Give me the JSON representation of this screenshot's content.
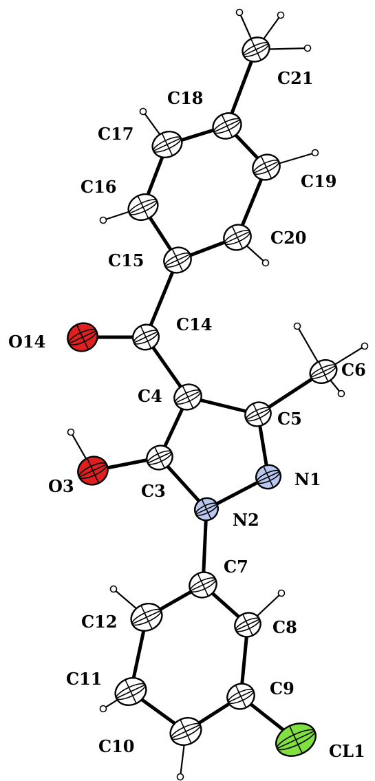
{
  "molecule": {
    "colors": {
      "carbon": "#ffffff",
      "nitrogen": "#b8c8f0",
      "oxygen": "#e02020",
      "chlorine": "#80e040",
      "bond": "#000000"
    },
    "atoms": [
      {
        "label": "C21",
        "element": "C"
      },
      {
        "label": "C18",
        "element": "C"
      },
      {
        "label": "C17",
        "element": "C"
      },
      {
        "label": "C19",
        "element": "C"
      },
      {
        "label": "C16",
        "element": "C"
      },
      {
        "label": "C20",
        "element": "C"
      },
      {
        "label": "C15",
        "element": "C"
      },
      {
        "label": "O14",
        "element": "O"
      },
      {
        "label": "C14",
        "element": "C"
      },
      {
        "label": "C6",
        "element": "C"
      },
      {
        "label": "C4",
        "element": "C"
      },
      {
        "label": "C5",
        "element": "C"
      },
      {
        "label": "O3",
        "element": "O"
      },
      {
        "label": "C3",
        "element": "C"
      },
      {
        "label": "N1",
        "element": "N"
      },
      {
        "label": "N2",
        "element": "N"
      },
      {
        "label": "C7",
        "element": "C"
      },
      {
        "label": "C12",
        "element": "C"
      },
      {
        "label": "C8",
        "element": "C"
      },
      {
        "label": "C11",
        "element": "C"
      },
      {
        "label": "C9",
        "element": "C"
      },
      {
        "label": "C10",
        "element": "C"
      },
      {
        "label": "CL1",
        "element": "Cl"
      }
    ],
    "bonds": [
      [
        "C21",
        "C18"
      ],
      [
        "C18",
        "C17"
      ],
      [
        "C18",
        "C19"
      ],
      [
        "C17",
        "C16"
      ],
      [
        "C16",
        "C15"
      ],
      [
        "C15",
        "C20"
      ],
      [
        "C20",
        "C19"
      ],
      [
        "C15",
        "C14"
      ],
      [
        "C14",
        "O14"
      ],
      [
        "C14",
        "C4"
      ],
      [
        "C4",
        "C5"
      ],
      [
        "C4",
        "C3"
      ],
      [
        "C5",
        "C6"
      ],
      [
        "C5",
        "N1"
      ],
      [
        "N1",
        "N2"
      ],
      [
        "N2",
        "C3"
      ],
      [
        "C3",
        "O3"
      ],
      [
        "N2",
        "C7"
      ],
      [
        "C7",
        "C8"
      ],
      [
        "C7",
        "C12"
      ],
      [
        "C12",
        "C11"
      ],
      [
        "C11",
        "C10"
      ],
      [
        "C10",
        "C9"
      ],
      [
        "C9",
        "C8"
      ],
      [
        "C9",
        "CL1"
      ]
    ],
    "hydrogens": [
      {
        "parent": "C21",
        "count": 3
      },
      {
        "parent": "C17",
        "count": 1
      },
      {
        "parent": "C16",
        "count": 1
      },
      {
        "parent": "C19",
        "count": 1
      },
      {
        "parent": "C20",
        "count": 1
      },
      {
        "parent": "C6",
        "count": 3
      },
      {
        "parent": "O3",
        "count": 1
      },
      {
        "parent": "C12",
        "count": 1
      },
      {
        "parent": "C8",
        "count": 1
      },
      {
        "parent": "C11",
        "count": 1
      },
      {
        "parent": "C10",
        "count": 1
      }
    ]
  }
}
